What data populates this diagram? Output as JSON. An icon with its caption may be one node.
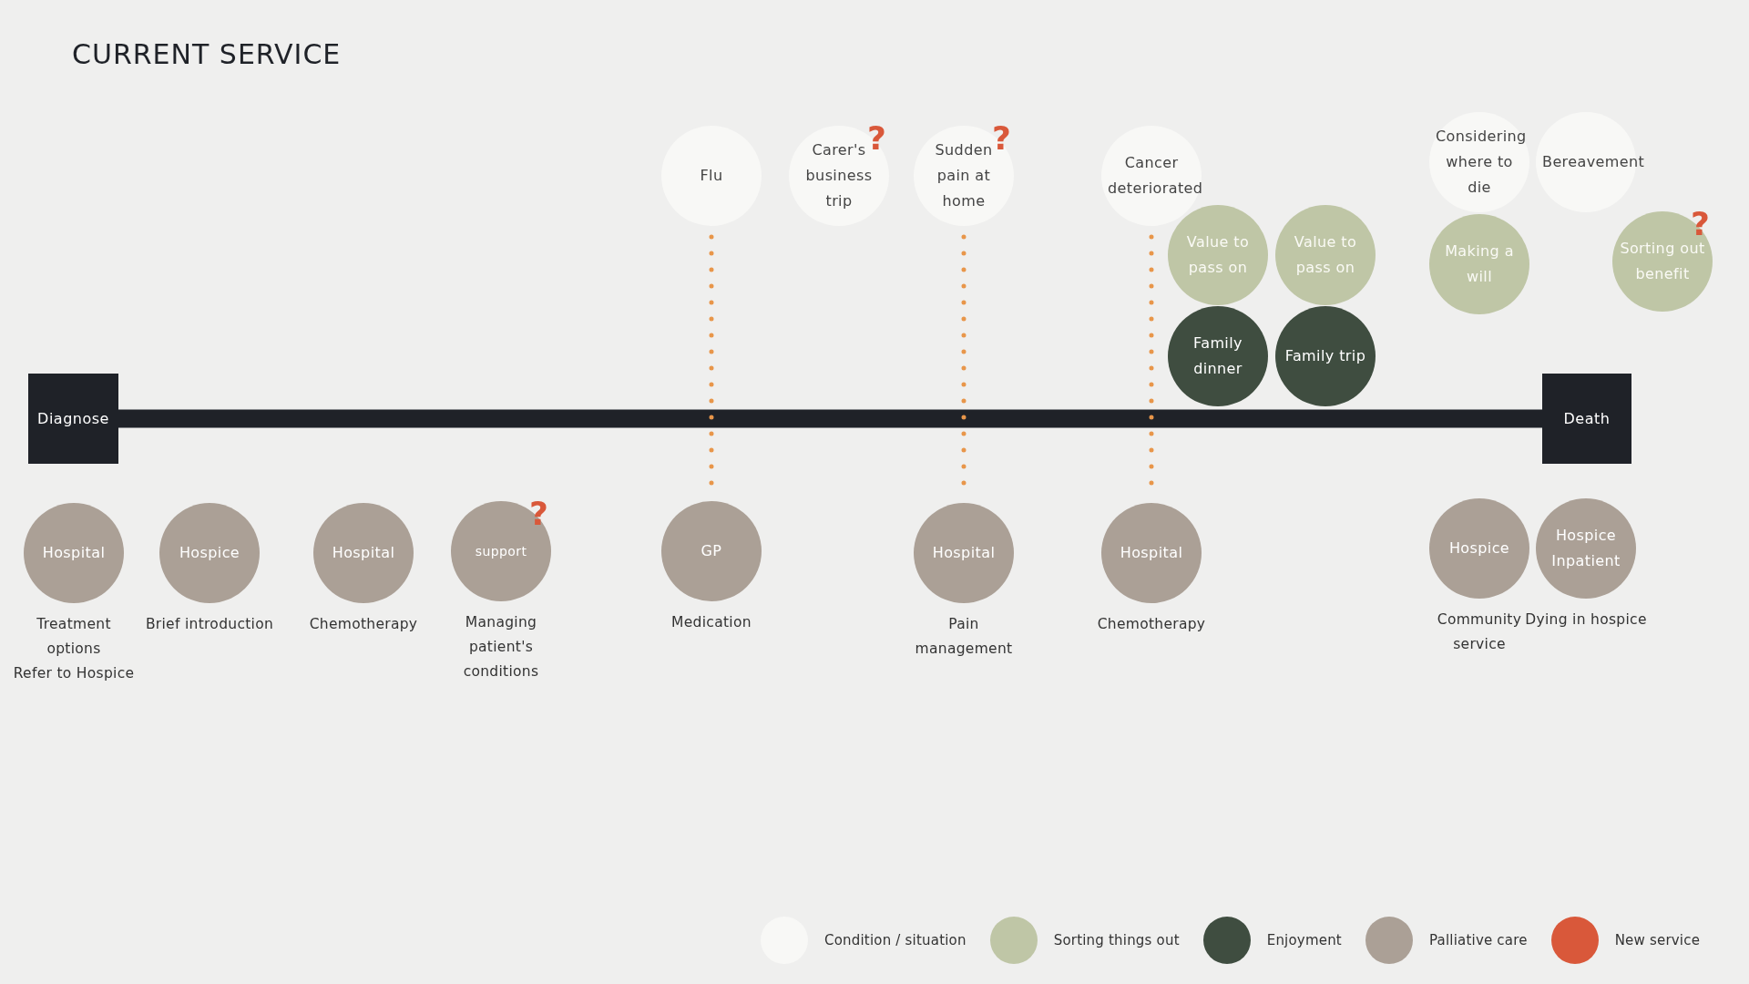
{
  "diagram": {
    "title": "CURRENT SERVICE",
    "nodes": [
      {
        "text": [
          "Diagnose"
        ]
      },
      {
        "text": [
          "Death"
        ]
      },
      {
        "text": [
          "Flu"
        ]
      },
      {
        "text": [
          "Carer's business trip",
          "?"
        ]
      },
      {
        "text": [
          "Sudden pain at home",
          "?"
        ]
      },
      {
        "text": [
          "Cancer deteriorated"
        ]
      },
      {
        "text": [
          "Considering where to die"
        ]
      },
      {
        "text": [
          "Bereavement"
        ]
      },
      {
        "text": [
          "Value to pass on"
        ]
      },
      {
        "text": [
          "Value to pass on"
        ]
      },
      {
        "text": [
          "Making a will"
        ]
      },
      {
        "text": [
          "?",
          "Sorting out benefit"
        ]
      },
      {
        "text": [
          "Family dinner"
        ]
      },
      {
        "text": [
          "Family trip"
        ]
      },
      {
        "text": [
          "Hospital"
        ],
        "beside": [
          "Treatment options",
          "Refer to Hospice"
        ]
      },
      {
        "text": [
          "Hospice"
        ],
        "beside": [
          "Brief introduction"
        ]
      },
      {
        "text": [
          "Hospital"
        ],
        "beside": [
          "Chemotherapy"
        ]
      },
      {
        "text": [
          "support",
          "?"
        ],
        "beside": [
          "Managing patient's conditions"
        ]
      },
      {
        "text": [
          "GP"
        ],
        "beside": [
          "Medication"
        ]
      },
      {
        "text": [
          "Hospital"
        ],
        "beside": [
          "Pain management"
        ]
      },
      {
        "text": [
          "Hospital"
        ],
        "beside": [
          "Chemotherapy"
        ]
      },
      {
        "text": [
          "Hospice"
        ],
        "beside": [
          "Community service"
        ]
      },
      {
        "text": [
          "Hospice Inpatient"
        ],
        "beside": [
          "Dying in hospice"
        ]
      }
    ],
    "edges": [
      {
        "from": 0,
        "to": 1,
        "arrow": "none",
        "style": "thick",
        "color": "#1f2228"
      },
      {
        "from": 2,
        "to": 18,
        "arrow": "none",
        "style": "dashed",
        "color": "#e8964a"
      },
      {
        "from": 4,
        "to": 19,
        "arrow": "none",
        "style": "dashed",
        "color": "#e8964a"
      },
      {
        "from": 5,
        "to": 20,
        "arrow": "none",
        "style": "dashed",
        "color": "#e8964a"
      }
    ],
    "legend": [
      {
        "text": "Condition / situation",
        "color": "#f8f8f6"
      },
      {
        "text": "Sorting things out",
        "color": "#bfc6a6"
      },
      {
        "text": "Enjoyment",
        "color": "#3f4d40"
      },
      {
        "text": "Palliative care",
        "color": "#aba096"
      },
      {
        "text": "New service",
        "color": "#d9583a"
      }
    ]
  }
}
